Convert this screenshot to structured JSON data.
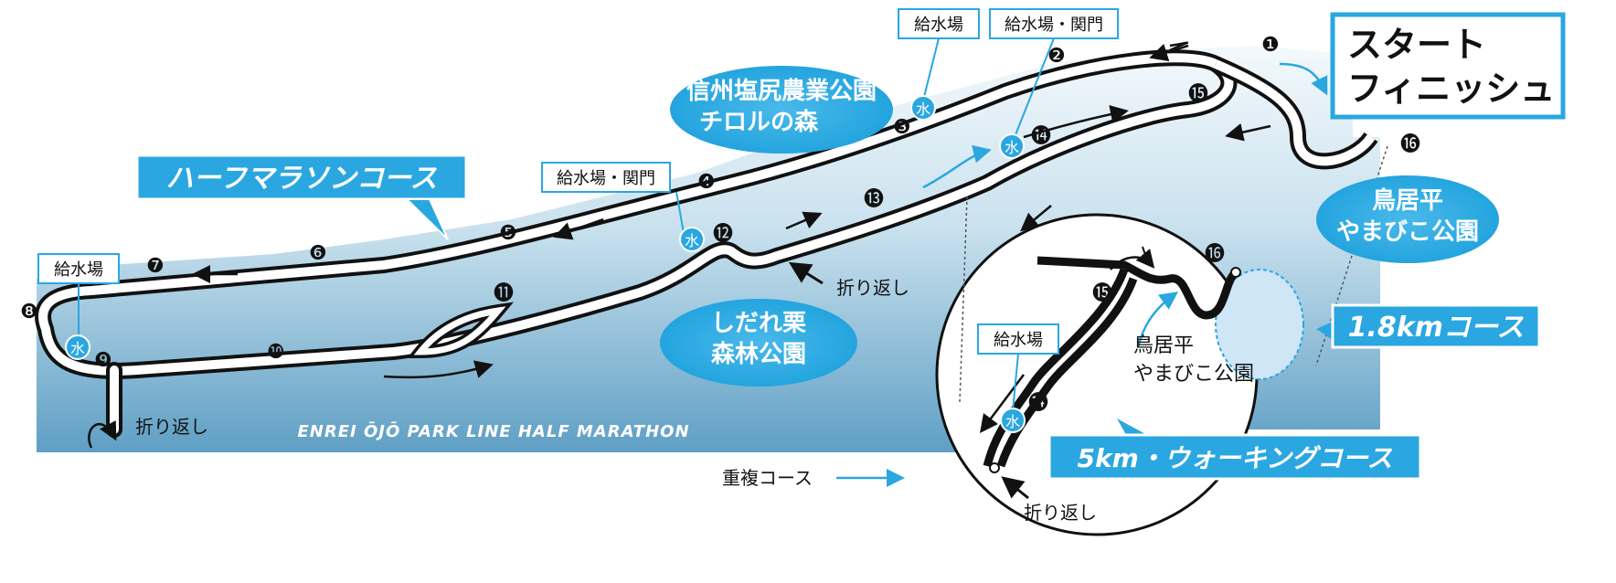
{
  "titles": {
    "start_finish": [
      "スタート",
      "フィニッシュ"
    ],
    "half_course": "ハーフマラソンコース",
    "course_18": "1.8kmコース",
    "course_5_walk": "5km・ウォーキングコース",
    "event_name_en": "ENREI ŌJŌ PARK LINE HALF MARATHON"
  },
  "parks": {
    "shinshu": [
      "信州塩尻農業公園",
      "チロルの森"
    ],
    "toriidaira_main": [
      "鳥居平",
      "やまびこ公園"
    ],
    "shidare": [
      "しだれ栗",
      "森林公園"
    ],
    "toriidaira_inset": [
      "鳥居平",
      "やまびこ公園"
    ]
  },
  "aid_stations": {
    "label_water": "給水場",
    "label_water_gate": "給水場・関門",
    "marker": "水"
  },
  "turnaround": "折り返し",
  "legend": {
    "overlap": "重複コース"
  },
  "km_markers": [
    "❶",
    "❷",
    "❸",
    "❹",
    "❺",
    "❻",
    "❼",
    "❽",
    "❾",
    "❿",
    "⓫",
    "⓬",
    "⓭",
    "⓮",
    "⓯",
    "⓰"
  ],
  "inset_km_markers": [
    "⓮",
    "⓯",
    "⓰"
  ],
  "colors": {
    "brand_blue": "#2aa7e0",
    "park_blue": "#29abe2",
    "lake_top": "#eef6fb",
    "lake_bottom": "#5f9fc4",
    "road": "#111111"
  }
}
